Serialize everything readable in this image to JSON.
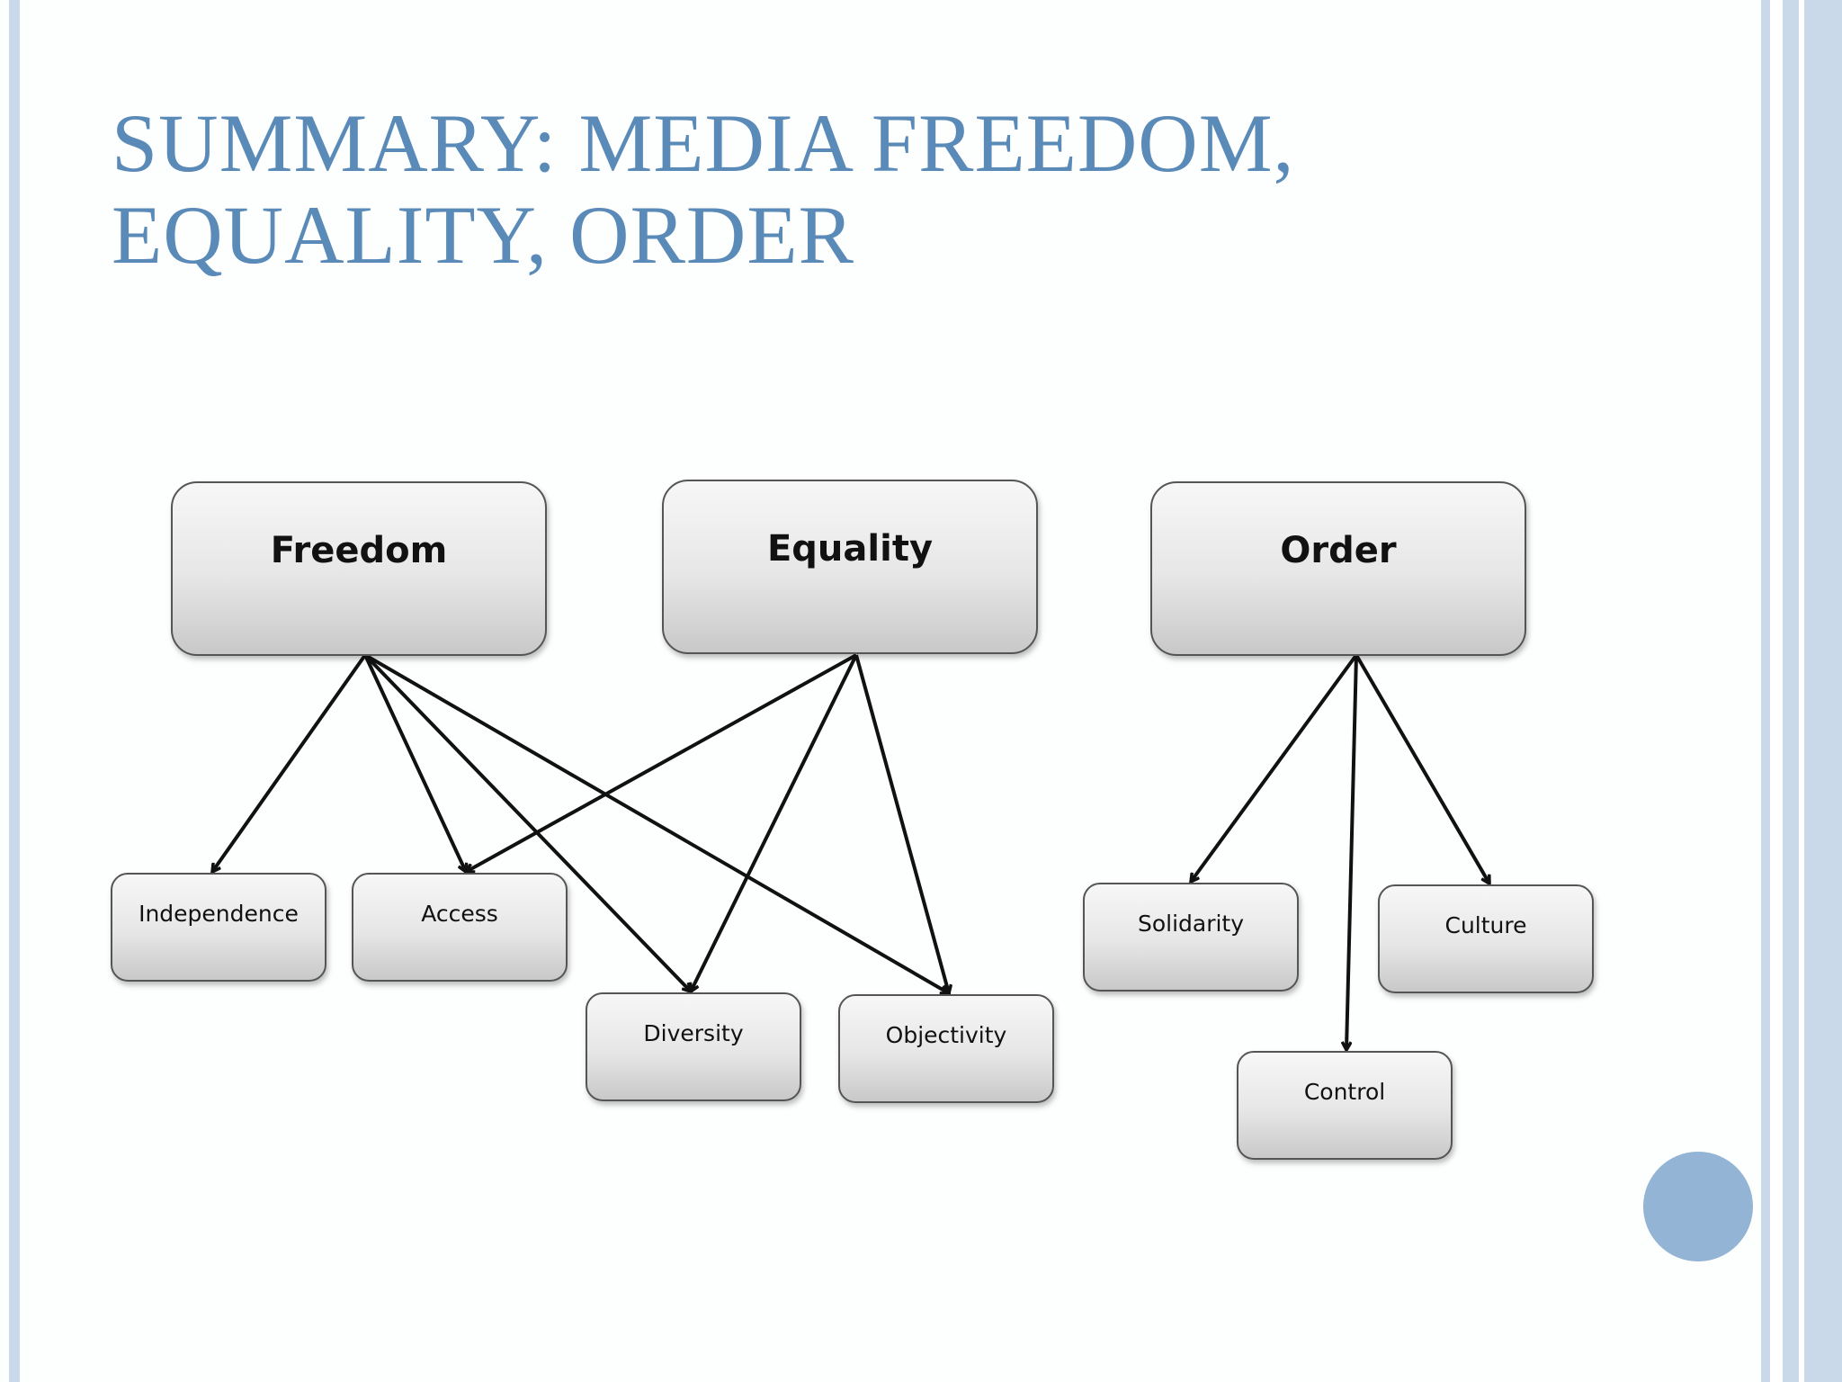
{
  "title": {
    "line1": "SUMMARY: MEDIA FREEDOM,",
    "line2": "EQUALITY, ORDER"
  },
  "diagram": {
    "nodes": {
      "freedom": "Freedom",
      "equality": "Equality",
      "order": "Order",
      "independence": "Independence",
      "access": "Access",
      "diversity": "Diversity",
      "objectivity": "Objectivity",
      "solidarity": "Solidarity",
      "culture": "Culture",
      "control": "Control"
    },
    "edges": [
      [
        "freedom",
        "independence"
      ],
      [
        "freedom",
        "access"
      ],
      [
        "freedom",
        "diversity"
      ],
      [
        "freedom",
        "objectivity"
      ],
      [
        "equality",
        "access"
      ],
      [
        "equality",
        "diversity"
      ],
      [
        "equality",
        "objectivity"
      ],
      [
        "order",
        "solidarity"
      ],
      [
        "order",
        "control"
      ],
      [
        "order",
        "culture"
      ]
    ]
  },
  "colors": {
    "title": "#5a8ab8",
    "accent_circle": "#93b4d4",
    "box_border": "#555555"
  }
}
